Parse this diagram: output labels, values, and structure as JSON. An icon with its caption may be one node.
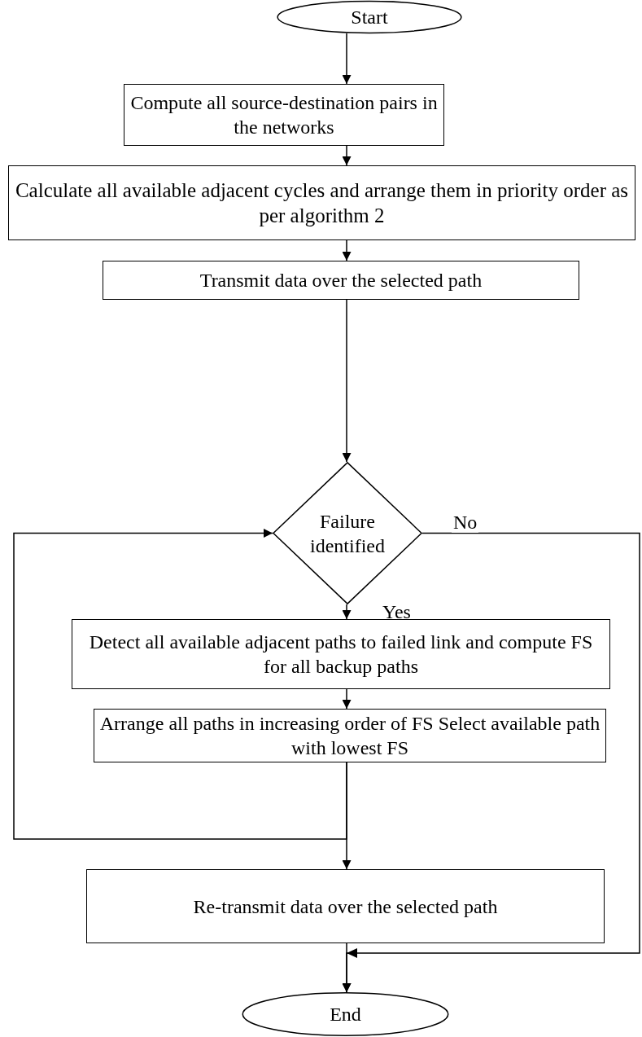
{
  "diagram": {
    "nodes": [
      {
        "text": [
          "Start"
        ]
      },
      {
        "text": [
          "Compute all source-destination pairs in the networks"
        ]
      },
      {
        "text": [
          "Calculate all available adjacent cycles and arrange them in priority order as per algorithm 2"
        ]
      },
      {
        "text": [
          "Transmit data over the selected path"
        ]
      },
      {
        "text": [
          "Failure identified"
        ]
      },
      {
        "text": [
          "Detect all available adjacent paths to failed link and compute FS for all backup paths"
        ]
      },
      {
        "text": [
          "Arrange all paths in increasing order of FS Select available path with lowest FS"
        ]
      },
      {
        "text": [
          "Re-transmit data over the selected path"
        ]
      },
      {
        "text": [
          "End"
        ]
      }
    ],
    "edges": [
      {
        "from": 0,
        "to": 1,
        "arrow": "to"
      },
      {
        "from": 1,
        "to": 2,
        "arrow": "to"
      },
      {
        "from": 2,
        "to": 3,
        "arrow": "to"
      },
      {
        "from": 3,
        "to": 4,
        "arrow": "to"
      },
      {
        "from": 4,
        "to": 5,
        "arrow": "to",
        "label": "Yes"
      },
      {
        "from": 5,
        "to": 6,
        "arrow": "to"
      },
      {
        "from": 4,
        "to": 8,
        "arrow": "to",
        "label": "No"
      },
      {
        "from": 6,
        "to": 4,
        "arrow": "to"
      },
      {
        "from": 6,
        "to": 7,
        "arrow": "to"
      },
      {
        "from": 7,
        "to": 8,
        "arrow": "to"
      }
    ]
  }
}
